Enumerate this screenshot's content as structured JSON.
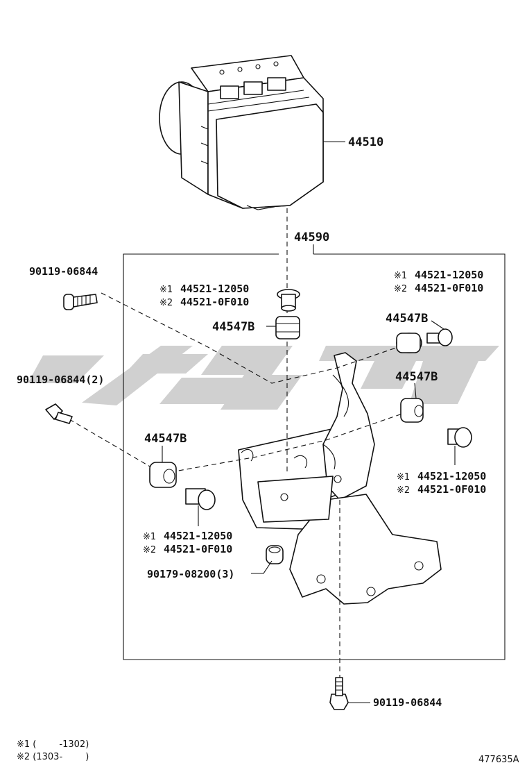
{
  "watermark": {
    "color": "#c8c8c8"
  },
  "labels": {
    "actuator": "44510",
    "bracket": "44590",
    "bolt_top_left": "90119-06844",
    "bolt_left": "90119-06844(2)",
    "bolt_bottom": "90119-06844",
    "nut": "90179-08200(3)",
    "grommet_center": "44547B",
    "grommet_right_top": "44547B",
    "grommet_right_mid": "44547B",
    "grommet_left": "44547B",
    "collar_center": {
      "m1": "※1",
      "p1": "44521-12050",
      "m2": "※2",
      "p2": "44521-0F010"
    },
    "collar_right_top": {
      "m1": "※1",
      "p1": "44521-12050",
      "m2": "※2",
      "p2": "44521-0F010"
    },
    "collar_right_mid": {
      "m1": "※1",
      "p1": "44521-12050",
      "m2": "※2",
      "p2": "44521-0F010"
    },
    "collar_left": {
      "m1": "※1",
      "p1": "44521-12050",
      "m2": "※2",
      "p2": "44521-0F010"
    }
  },
  "footnotes": {
    "note1": "※1 (        -1302)",
    "note2": "※2 (1303-        )"
  },
  "figure_id": "477635A"
}
